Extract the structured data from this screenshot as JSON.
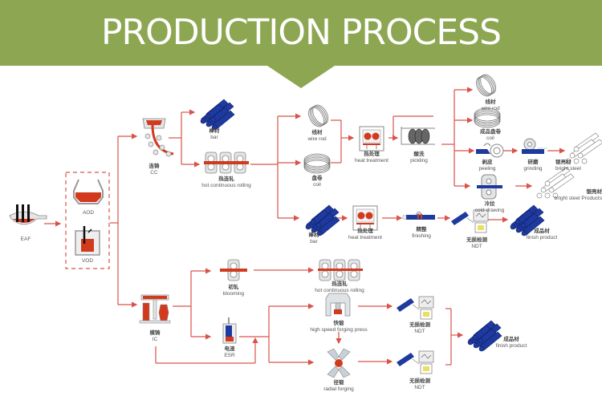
{
  "header": {
    "title": "PRODUCTION PROCESS",
    "banner_color": "#8ca651"
  },
  "colors": {
    "flow_line": "#d9534a",
    "molten_steel": "#d23a1e",
    "product_blue": "#1e3a9e",
    "equipment_gray": "#c8ccd0"
  },
  "nodes": {
    "eaf": {
      "zh": "",
      "en": "EAF",
      "icon": "electric-arc-furnace-icon"
    },
    "aod": {
      "zh": "",
      "en": "AOD",
      "icon": "aod-converter-icon"
    },
    "vod": {
      "zh": "",
      "en": "VOD",
      "icon": "vod-vessel-icon"
    },
    "cc": {
      "zh": "连铸",
      "en": "CC",
      "icon": "continuous-casting-icon"
    },
    "ic": {
      "zh": "模铸",
      "en": "IC",
      "icon": "ingot-casting-icon"
    },
    "bar_top": {
      "zh": "棒材",
      "en": "bar",
      "icon": "bar-bundle-icon"
    },
    "hot_rolling_top": {
      "zh": "热连轧",
      "en": "hot continuous rolling",
      "icon": "rolling-mill-icon"
    },
    "wire_rod_1": {
      "zh": "线材",
      "en": "wire rod",
      "icon": "wire-coil-icon"
    },
    "coil_1": {
      "zh": "盘卷",
      "en": "coil",
      "icon": "coil-icon"
    },
    "heat_treatment_1": {
      "zh": "热处理",
      "en": "heat treatment",
      "icon": "heat-treatment-furnace-icon"
    },
    "pickling": {
      "zh": "酸洗",
      "en": "pickling",
      "icon": "pickling-tank-icon"
    },
    "wire_rod_2": {
      "zh": "线材",
      "en": "wire rod",
      "icon": "wire-coil-icon"
    },
    "coil_2": {
      "zh": "成品盘卷",
      "en": "coil",
      "icon": "coil-icon"
    },
    "peeling": {
      "zh": "剥皮",
      "en": "peeling",
      "icon": "peeling-icon"
    },
    "grinding": {
      "zh": "研磨",
      "en": "grinding",
      "icon": "grinding-wheel-icon"
    },
    "bright_steel_1": {
      "zh": "银亮材",
      "en": "bright steel",
      "icon": "bright-bar-icon"
    },
    "cold_drawing": {
      "zh": "冷拉",
      "en": "cold drawing",
      "icon": "cold-drawing-icon"
    },
    "bright_steel_2": {
      "zh": "银亮材",
      "en": "bright steel Products",
      "icon": "bright-bar-icon"
    },
    "bar_mid": {
      "zh": "棒材",
      "en": "bar",
      "icon": "bar-bundle-icon"
    },
    "heat_treatment_2": {
      "zh": "热处理",
      "en": "heat treatment",
      "icon": "heat-treatment-furnace-icon"
    },
    "finishing": {
      "zh": "精整",
      "en": "finishing",
      "icon": "finishing-line-icon"
    },
    "ndt_mid": {
      "zh": "无损检测",
      "en": "NDT",
      "icon": "ndt-tester-icon"
    },
    "finish_mid": {
      "zh": "成品材",
      "en": "finish product",
      "icon": "bar-bundle-icon"
    },
    "blooming": {
      "zh": "初轧",
      "en": "blooming",
      "icon": "blooming-mill-icon"
    },
    "esr": {
      "zh": "电渣",
      "en": "ESR",
      "icon": "esr-furnace-icon"
    },
    "hot_rolling_bottom": {
      "zh": "热连轧",
      "en": "hot continuous rolling",
      "icon": "rolling-mill-icon"
    },
    "forging_press": {
      "zh": "快锻",
      "en": "high speed forging press",
      "icon": "forging-press-icon"
    },
    "radial_forging": {
      "zh": "径锻",
      "en": "radial forging",
      "icon": "radial-forging-icon"
    },
    "ndt_top": {
      "zh": "无损检测",
      "en": "NDT",
      "icon": "ndt-tester-icon"
    },
    "ndt_bottom": {
      "zh": "无损检测",
      "en": "NDT",
      "icon": "ndt-tester-icon"
    },
    "finish_bottom": {
      "zh": "成品材",
      "en": "finish product",
      "icon": "bar-bundle-icon"
    }
  }
}
